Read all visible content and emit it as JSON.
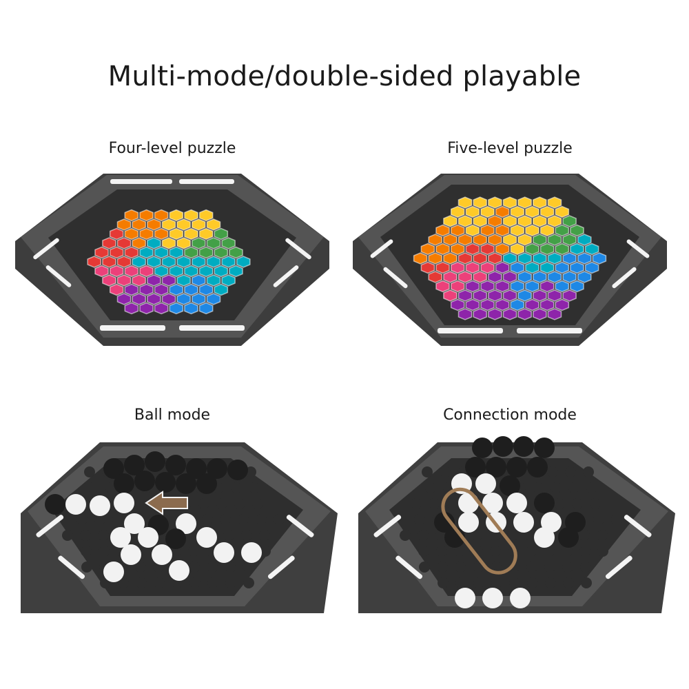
{
  "title": "Multi-mode/double-sided playable",
  "panels": [
    {
      "caption": "Four-level puzzle"
    },
    {
      "caption": "Five-level puzzle"
    },
    {
      "caption": "Ball mode"
    },
    {
      "caption": "Connection mode"
    }
  ],
  "colors": {
    "board_frame": "#4a4a4a",
    "board_base": "#3a3a3a",
    "board_slot": "#f4f4f4",
    "peg": "#2e2e2e",
    "ball_black": "#1e1e1e",
    "ball_white": "#f2f2f2",
    "arrow": "#8b6b4e",
    "loop": "#a07c56",
    "pieces": [
      "#e53935",
      "#f57c00",
      "#ffca28",
      "#43a047",
      "#00acc1",
      "#1e88e5",
      "#8e24aa",
      "#ec407a"
    ]
  }
}
